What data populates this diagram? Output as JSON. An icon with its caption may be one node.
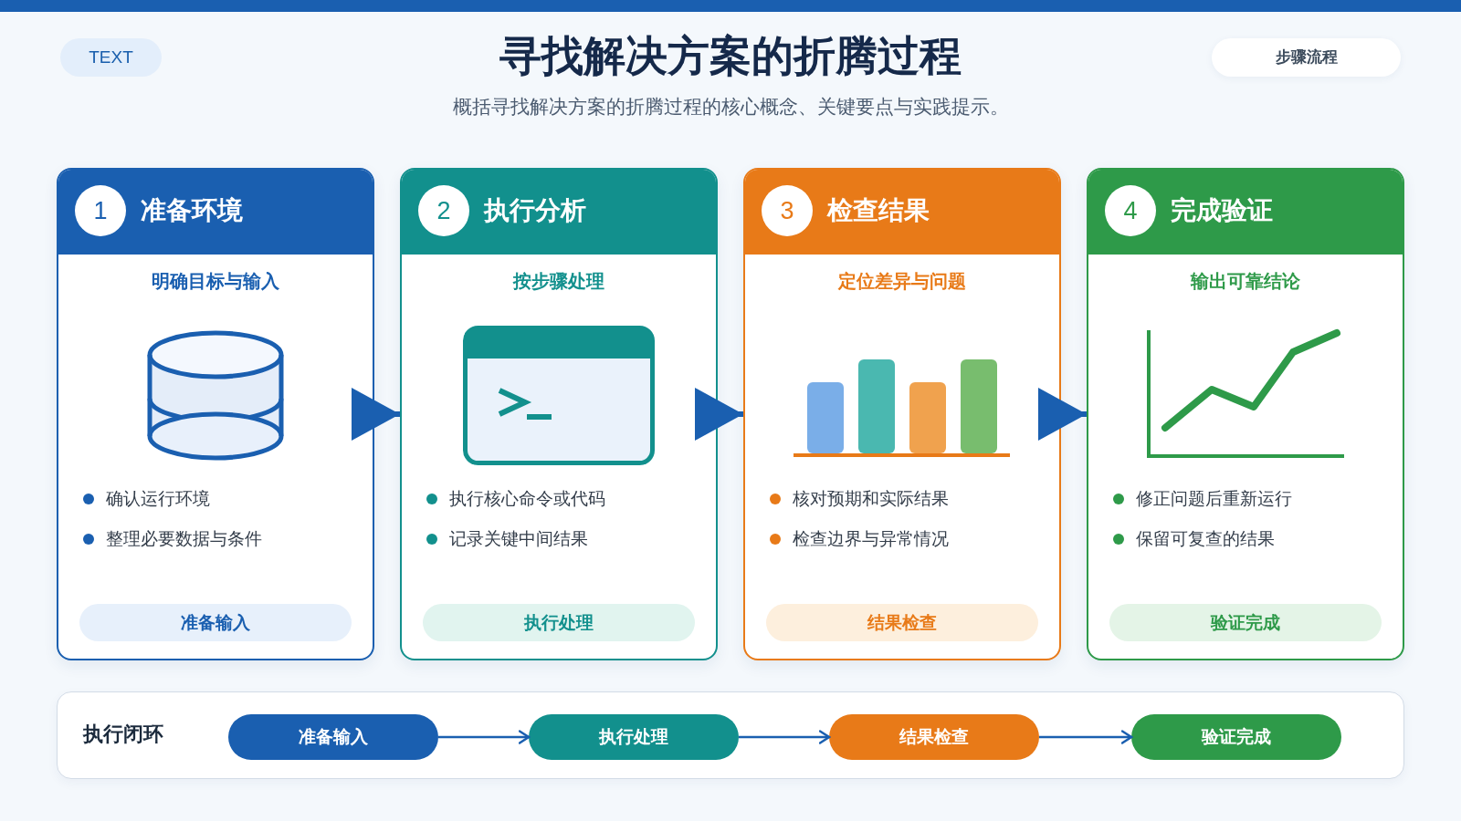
{
  "diagram": {
    "title": "寻找解决方案的折腾过程",
    "nodes": [
      {
        "text": [
          "TEXT"
        ]
      },
      {
        "text": [
          "步骤流程"
        ]
      },
      {
        "text": [
          "准备环境",
          "明确目标与输入",
          "确认运行环境",
          "整理必要数据与条件"
        ]
      },
      {
        "text": [
          "1"
        ],
        "in": 2
      },
      {
        "text": [
          "准备输入"
        ],
        "in": 2
      },
      {
        "text": [
          "执行分析",
          "按步骤处理",
          "执行核心命令或代码",
          "记录关键中间结果"
        ]
      },
      {
        "text": [
          "2"
        ],
        "in": 5
      },
      {
        "text": [
          "执行处理"
        ],
        "in": 5
      },
      {
        "text": [
          "检查结果",
          "定位差异与问题",
          "核对预期和实际结果",
          "检查边界与异常情况"
        ]
      },
      {
        "text": [
          "3"
        ],
        "in": 8
      },
      {
        "text": [
          "结果检查"
        ],
        "in": 8
      },
      {
        "text": [
          "完成验证",
          "输出可靠结论",
          "修正问题后重新运行",
          "保留可复查的结果"
        ]
      },
      {
        "text": [
          "4"
        ],
        "in": 11
      },
      {
        "text": [
          "验证完成"
        ],
        "in": 11
      },
      {
        "text": [
          "执行闭环"
        ]
      },
      {
        "text": [
          "准备输入"
        ],
        "in": 14
      },
      {
        "text": [
          "执行处理"
        ],
        "in": 14
      },
      {
        "text": [
          "结果检查"
        ],
        "in": 14
      },
      {
        "text": [
          "验证完成"
        ],
        "in": 14
      }
    ],
    "edges": [
      {
        "from": 2,
        "to": 5,
        "arrow": "to",
        "style": "thick"
      },
      {
        "from": 5,
        "to": 8,
        "arrow": "to",
        "style": "thick"
      },
      {
        "from": 8,
        "to": 11,
        "arrow": "to",
        "style": "thick"
      },
      {
        "from": 15,
        "to": 16,
        "arrow": "to"
      },
      {
        "from": 16,
        "to": 17,
        "arrow": "to"
      },
      {
        "from": 17,
        "to": 18,
        "arrow": "to"
      }
    ],
    "labels": [
      "概括寻找解决方案的折腾过程的核心概念、关键要点与实践提示。"
    ]
  }
}
